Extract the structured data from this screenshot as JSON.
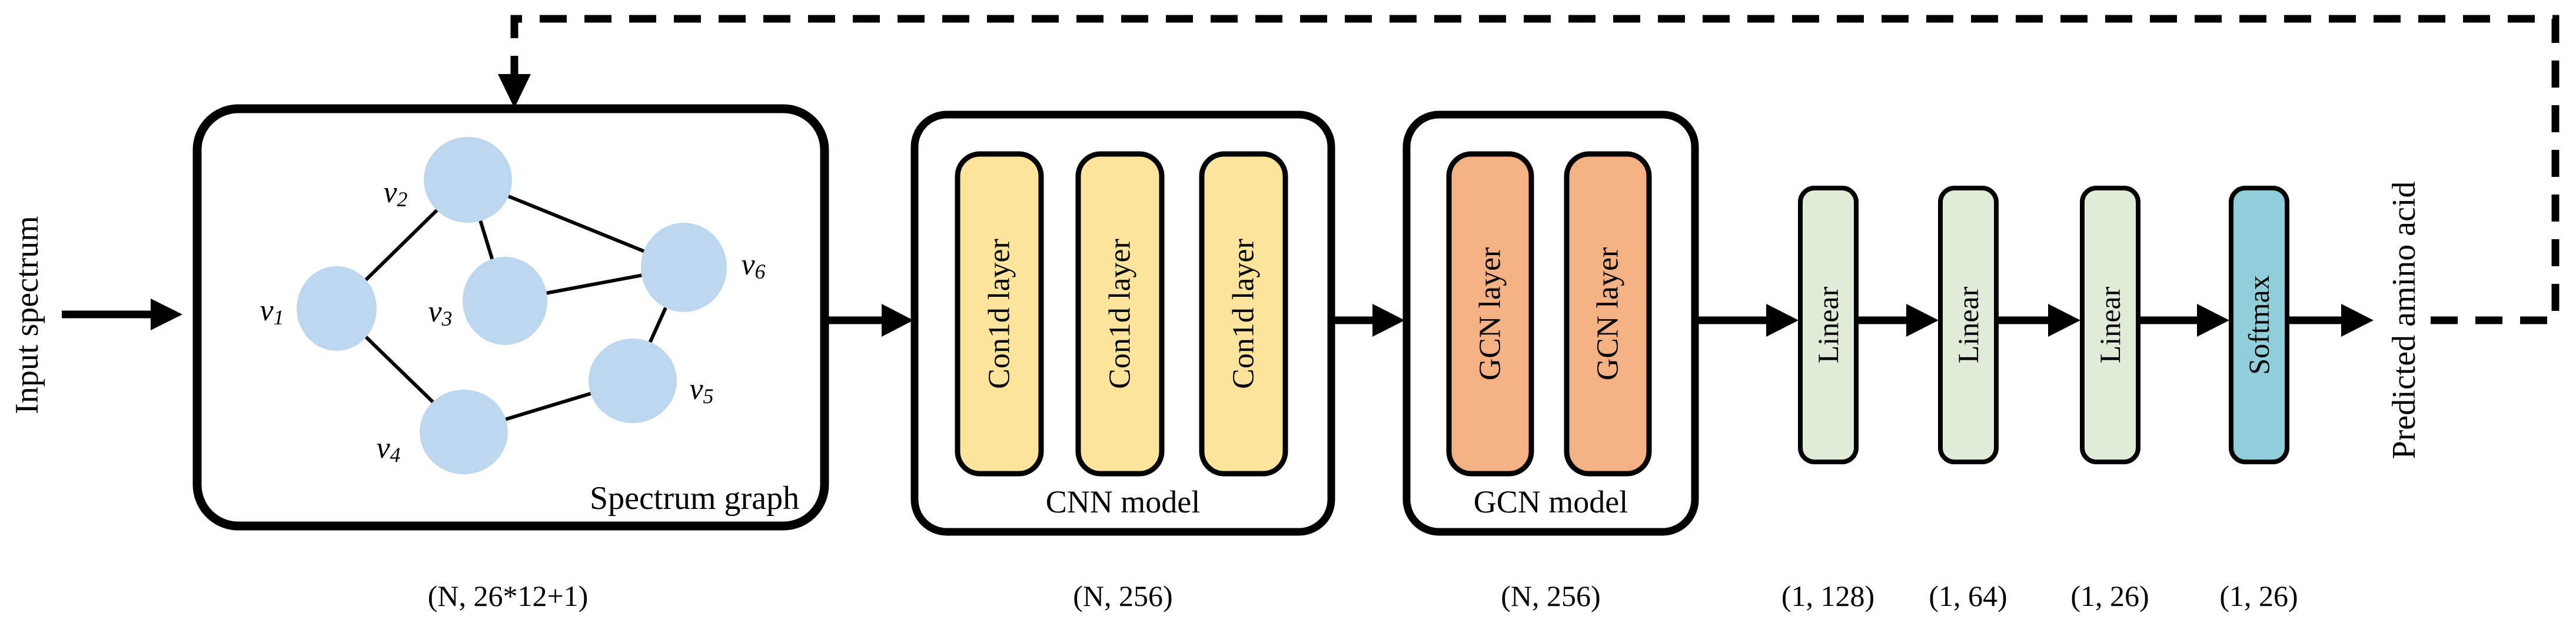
{
  "figure": {
    "type": "neural-network-architecture-diagram",
    "background": "#FFFFFF"
  },
  "colors": {
    "stroke": "#000000",
    "node_fill": "#BDD7EE",
    "cnn_layer_fill": "#FCE49C",
    "gcn_layer_fill": "#F4B183",
    "linear_fill": "#E1ECD8",
    "softmax_fill": "#90CFDA"
  },
  "input": {
    "label": "Input spectrum"
  },
  "output": {
    "label": "Predicted amino acid"
  },
  "spectrum_graph": {
    "title": "Spectrum graph",
    "shape_label": "(N, 26*12+1)",
    "nodes": [
      {
        "base": "v",
        "sub": "1"
      },
      {
        "base": "v",
        "sub": "2"
      },
      {
        "base": "v",
        "sub": "3"
      },
      {
        "base": "v",
        "sub": "4"
      },
      {
        "base": "v",
        "sub": "5"
      },
      {
        "base": "v",
        "sub": "6"
      }
    ],
    "edges": [
      [
        "v1",
        "v2"
      ],
      [
        "v1",
        "v4"
      ],
      [
        "v2",
        "v3"
      ],
      [
        "v2",
        "v6"
      ],
      [
        "v3",
        "v6"
      ],
      [
        "v4",
        "v5"
      ],
      [
        "v5",
        "v6"
      ]
    ]
  },
  "cnn": {
    "title": "CNN model",
    "shape_label": "(N, 256)",
    "layers": [
      "Con1d layer",
      "Con1d layer",
      "Con1d layer"
    ]
  },
  "gcn": {
    "title": "GCN model",
    "shape_label": "(N, 256)",
    "layers": [
      "GCN layer",
      "GCN layer"
    ]
  },
  "head": {
    "layers": [
      {
        "label": "Linear",
        "shape_label": "(1, 128)"
      },
      {
        "label": "Linear",
        "shape_label": "(1, 64)"
      },
      {
        "label": "Linear",
        "shape_label": "(1, 26)"
      },
      {
        "label": "Softmax",
        "shape_label": "(1, 26)"
      }
    ]
  }
}
